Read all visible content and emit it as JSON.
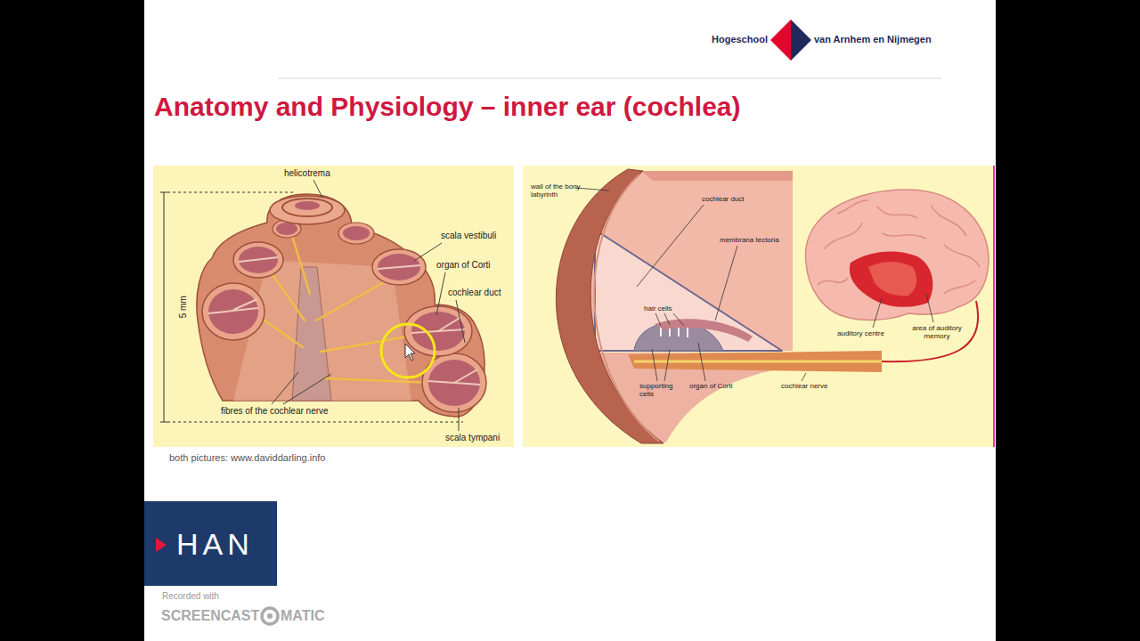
{
  "diagram": {
    "title": "Anatomy and Physiology – inner ear (cochlea)",
    "caption": "both pictures: www.daviddarling.info",
    "nodes": [
      {
        "text": [
          "HAN"
        ]
      }
    ],
    "labels": [
      "Hogeschool",
      "van Arnhem en Nijmegen",
      "helicotrema",
      "scala vestibuli",
      "organ of Corti",
      "cochlear duct",
      "5 mm",
      "fibres of the cochlear nerve",
      "scala tympani",
      "wall of the bony labyrinth",
      "cochlear duct",
      "membrana tectoria",
      "hair cells",
      "supporting cells",
      "organ of Corti",
      "cochlear nerve",
      "auditory centre",
      "area of auditory memory",
      "Recorded with",
      "SCREENCAST",
      "MATIC"
    ]
  }
}
